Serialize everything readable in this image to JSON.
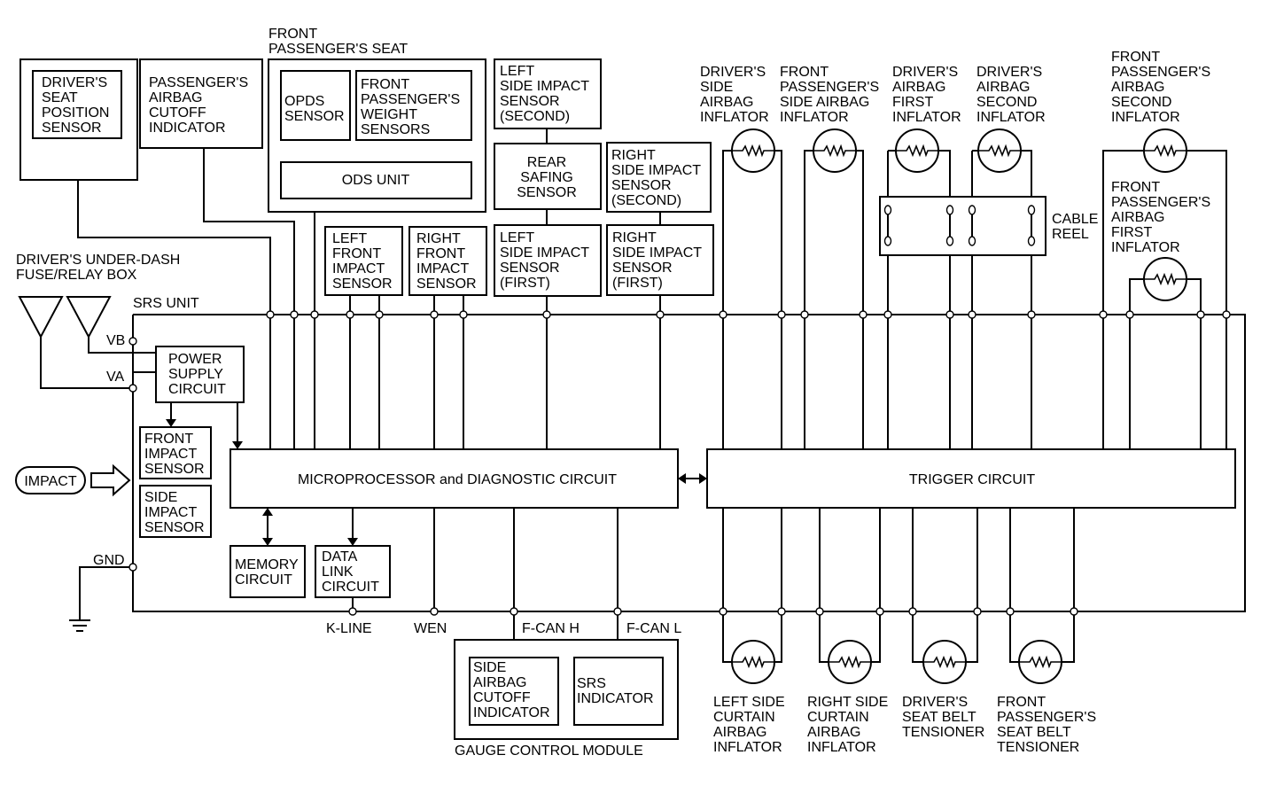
{
  "labels": {
    "front_seat_title": [
      "FRONT",
      "PASSENGER'S SEAT"
    ],
    "drivers_seat_sensor": [
      "DRIVER'S",
      "SEAT",
      "POSITION",
      "SENSOR"
    ],
    "pass_cutoff_indicator": [
      "PASSENGER'S",
      "AIRBAG",
      "CUTOFF",
      "INDICATOR"
    ],
    "opds_sensor": [
      "OPDS",
      "SENSOR"
    ],
    "weight_sensors": [
      "FRONT",
      "PASSENGER'S",
      "WEIGHT",
      "SENSORS"
    ],
    "ods_unit": "ODS UNIT",
    "left_side_impact_second": [
      "LEFT",
      "SIDE IMPACT",
      "SENSOR",
      "(SECOND)"
    ],
    "rear_safing": [
      "REAR",
      "SAFING",
      "SENSOR"
    ],
    "right_side_impact_second": [
      "RIGHT",
      "SIDE IMPACT",
      "SENSOR",
      "(SECOND)"
    ],
    "left_front_impact": [
      "LEFT",
      "FRONT",
      "IMPACT",
      "SENSOR"
    ],
    "right_front_impact": [
      "RIGHT",
      "FRONT",
      "IMPACT",
      "SENSOR"
    ],
    "left_side_impact_first": [
      "LEFT",
      "SIDE IMPACT",
      "SENSOR",
      "(FIRST)"
    ],
    "right_side_impact_first": [
      "RIGHT",
      "SIDE IMPACT",
      "SENSOR",
      "(FIRST)"
    ],
    "drivers_side_airbag": [
      "DRIVER'S",
      "SIDE",
      "AIRBAG",
      "INFLATOR"
    ],
    "front_pass_side_airbag": [
      "FRONT",
      "PASSENGER'S",
      "SIDE AIRBAG",
      "INFLATOR"
    ],
    "drivers_airbag_first": [
      "DRIVER'S",
      "AIRBAG",
      "FIRST",
      "INFLATOR"
    ],
    "drivers_airbag_second": [
      "DRIVER'S",
      "AIRBAG",
      "SECOND",
      "INFLATOR"
    ],
    "front_pass_airbag_second": [
      "FRONT",
      "PASSENGER'S",
      "AIRBAG",
      "SECOND",
      "INFLATOR"
    ],
    "front_pass_airbag_first": [
      "FRONT",
      "PASSENGER'S",
      "AIRBAG",
      "FIRST",
      "INFLATOR"
    ],
    "cable_reel": [
      "CABLE",
      "REEL"
    ],
    "fuse_box": [
      "DRIVER'S UNDER-DASH",
      "FUSE/RELAY BOX"
    ],
    "srs_unit": "SRS UNIT",
    "vb": "VB",
    "va": "VA",
    "gnd": "GND",
    "power_supply": [
      "POWER",
      "SUPPLY",
      "CIRCUIT"
    ],
    "front_impact_sensor": [
      "FRONT",
      "IMPACT",
      "SENSOR"
    ],
    "side_impact_sensor": [
      "SIDE",
      "IMPACT",
      "SENSOR"
    ],
    "impact": "IMPACT",
    "microprocessor": "MICROPROCESSOR and DIAGNOSTIC CIRCUIT",
    "trigger": "TRIGGER CIRCUIT",
    "memory": [
      "MEMORY",
      "CIRCUIT"
    ],
    "data_link": [
      "DATA",
      "LINK",
      "CIRCUIT"
    ],
    "k_line": "K-LINE",
    "wen": "WEN",
    "fcan_h": "F-CAN H",
    "fcan_l": "F-CAN L",
    "side_airbag_cutoff": [
      "SIDE",
      "AIRBAG",
      "CUTOFF",
      "INDICATOR"
    ],
    "srs_indicator": [
      "SRS",
      "INDICATOR"
    ],
    "gauge_module": "GAUGE CONTROL MODULE",
    "left_curtain": [
      "LEFT SIDE",
      "CURTAIN",
      "AIRBAG",
      "INFLATOR"
    ],
    "right_curtain": [
      "RIGHT SIDE",
      "CURTAIN",
      "AIRBAG",
      "INFLATOR"
    ],
    "drivers_tensioner": [
      "DRIVER'S",
      "SEAT BELT",
      "TENSIONER"
    ],
    "pass_tensioner": [
      "FRONT",
      "PASSENGER'S",
      "SEAT BELT",
      "TENSIONER"
    ]
  }
}
